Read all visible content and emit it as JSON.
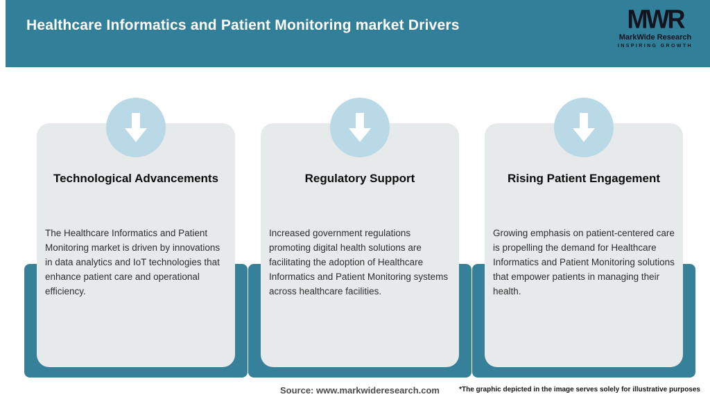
{
  "header": {
    "title": "Healthcare Informatics and Patient Monitoring market Drivers"
  },
  "logo": {
    "acronym": "MWR",
    "company": "MarkWide Research",
    "tagline": "INSPIRING GROWTH"
  },
  "cards": [
    {
      "icon": "down-arrow-icon",
      "title": "Technological Advancements",
      "body": "The Healthcare Informatics and Patient Monitoring market is driven by innovations in data analytics and IoT technologies that enhance patient care and operational efficiency."
    },
    {
      "icon": "down-arrow-icon",
      "title": "Regulatory Support",
      "body": "Increased government regulations promoting digital health solutions are facilitating the adoption of Healthcare Informatics and Patient Monitoring systems across healthcare facilities."
    },
    {
      "icon": "down-arrow-icon",
      "title": "Rising Patient Engagement",
      "body": "Growing emphasis on patient-centered care is propelling the demand for Healthcare Informatics and Patient Monitoring solutions that empower patients in managing their health."
    }
  ],
  "footer": {
    "source": "Source: www.markwideresearch.com",
    "disclaimer": "*The graphic depicted in the image serves solely for illustrative purposes"
  },
  "colors": {
    "teal_header": "#327f99",
    "teal_band": "#37809a",
    "card_gray": "#e7eaeb",
    "circle_blue": "#b9d9e6"
  }
}
